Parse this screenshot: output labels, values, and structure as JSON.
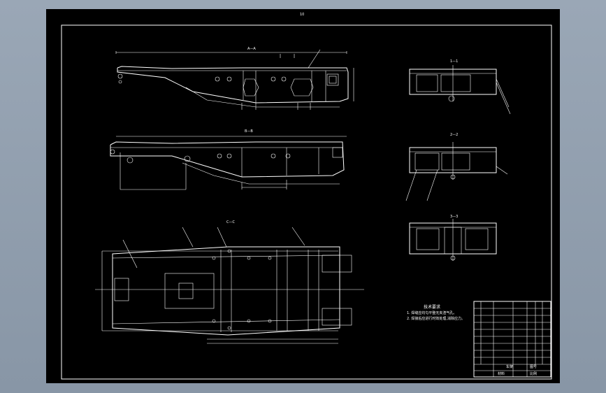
{
  "sheet": {
    "top_mark": "10"
  },
  "views": {
    "side_view_label": "A—A",
    "bottom_side_label": "B—B",
    "plan_view_label": "C—C",
    "section_1_label": "1—1",
    "section_2_label": "2—2",
    "section_3_label": "3—3"
  },
  "notes": {
    "heading": "技术要求",
    "line1": "1. 焊缝应均匀平整无夹渣气孔。",
    "line2": "2. 焊接后应进行时效处理,消除应力。"
  },
  "title_block": {
    "drawing_title": "车架",
    "drawing_number": "图号",
    "scale": "比例",
    "material": "材料"
  },
  "colors": {
    "background": "#8896a6",
    "paper": "#000000",
    "line": "#ffffff"
  }
}
